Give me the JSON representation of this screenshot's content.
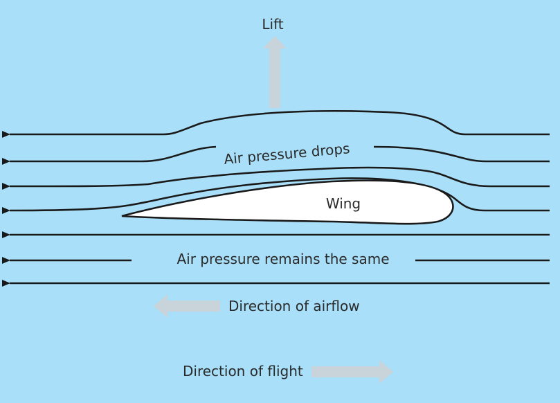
{
  "diagram": {
    "lift_label": "Lift",
    "upper_label": "Air pressure drops",
    "wing_label": "Wing",
    "lower_label": "Air pressure remains the same",
    "airflow_label": "Direction of airflow",
    "flight_label": "Direction of flight"
  },
  "colors": {
    "background": "#a9dff8",
    "streamline": "#1a1a1a",
    "wing_fill": "#ffffff",
    "arrow_fill": "#c9d3da",
    "text": "#2a2a2a"
  }
}
